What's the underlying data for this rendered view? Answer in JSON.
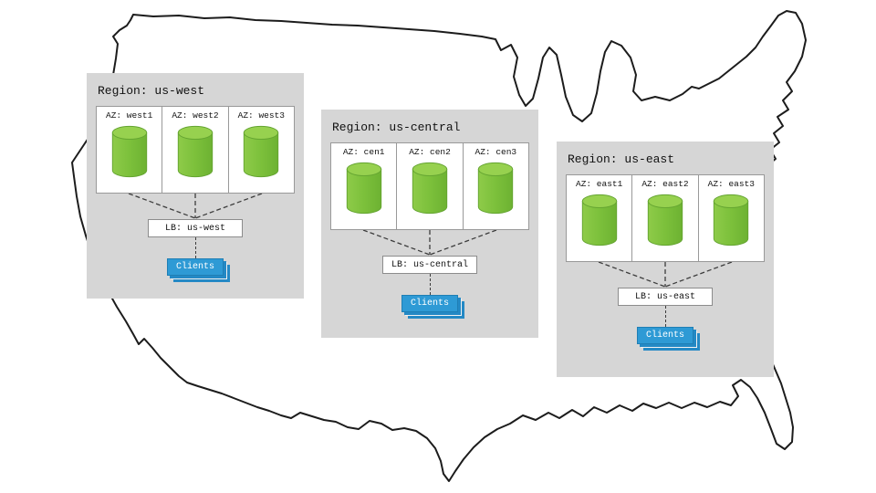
{
  "diagram": {
    "kind": "multi-region-architecture-over-us-map"
  },
  "regions": [
    {
      "title": "Region: us-west",
      "azs": [
        {
          "label": "AZ: west1"
        },
        {
          "label": "AZ: west2"
        },
        {
          "label": "AZ: west3"
        }
      ],
      "lb_label": "LB: us-west",
      "clients_label": "Clients"
    },
    {
      "title": "Region: us-central",
      "azs": [
        {
          "label": "AZ: cen1"
        },
        {
          "label": "AZ: cen2"
        },
        {
          "label": "AZ: cen3"
        }
      ],
      "lb_label": "LB: us-central",
      "clients_label": "Clients"
    },
    {
      "title": "Region: us-east",
      "azs": [
        {
          "label": "AZ: east1"
        },
        {
          "label": "AZ: east2"
        },
        {
          "label": "AZ: east3"
        }
      ],
      "lb_label": "LB: us-east",
      "clients_label": "Clients"
    }
  ],
  "colors": {
    "region_panel_bg": "#d6d6d6",
    "database_green": "#7dc242",
    "clients_blue": "#2e9ad5",
    "map_outline": "#1c1c1c"
  }
}
